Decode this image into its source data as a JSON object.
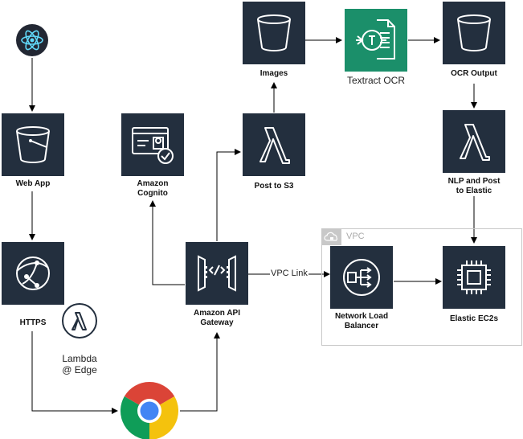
{
  "nodes": {
    "web_app": "Web App",
    "https": "HTTPS",
    "lambda_edge": "Lambda\n@ Edge",
    "cognito": "Amazon\nCognito",
    "api_gateway": "Amazon API\nGateway",
    "post_to_s3": "Post to S3",
    "images": "Images",
    "textract": "Textract OCR",
    "ocr_output": "OCR Output",
    "nlp": "NLP and Post\nto Elastic",
    "nlb": "Network Load\nBalancer",
    "ec2": "Elastic EC2s"
  },
  "vpc_label": "VPC",
  "edge_labels": {
    "vpc_link": "VPC Link"
  },
  "colors": {
    "node_bg": "#232f3e",
    "textract_bg": "#1b8f6a",
    "react_blue": "#61dafb"
  }
}
